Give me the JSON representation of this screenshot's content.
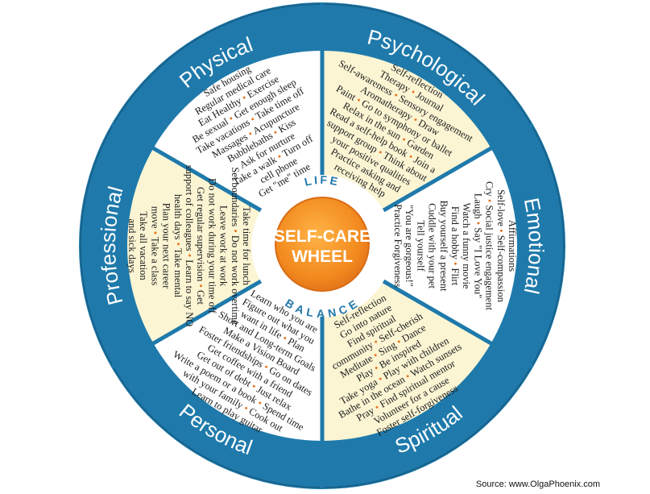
{
  "center": {
    "line1": "SELF-CARE",
    "line2": "WHEEL",
    "top_word": "LIFE",
    "bottom_word": "BALANCE"
  },
  "colors": {
    "ring": "#1f7aab",
    "cream": "#fbf5d4",
    "white": "#ffffff",
    "orange": "#f28a1e",
    "bullet": "#e8731c"
  },
  "segments": [
    {
      "name": "Physical",
      "fill": "white",
      "items": [
        "Safe housing",
        "Regular medical care",
        "Eat Healthy • Exercise",
        "Be sexual • Get enough sleep",
        "Take vacations • Take time off",
        "Massages • Acupuncture",
        "Bubblebaths • Kiss",
        "Ask for nurture",
        "Take a walk • Turn off",
        "cell phone",
        "Get \"me\" time"
      ]
    },
    {
      "name": "Psychological",
      "fill": "cream",
      "items": [
        "Self-reflection",
        "Therapy • Journal",
        "Self-awareness • Sensory engagement",
        "Aromatherapy • Draw",
        "Paint • Go to symphony or ballet",
        "Relax in the sun • Garden",
        "Read a self-help book • Join a",
        "support group • Think about",
        "your positive qualities",
        "Practice asking and",
        "receiving help"
      ]
    },
    {
      "name": "Emotional",
      "fill": "white",
      "items": [
        "Affirmations",
        "Self-love • Self-compassion",
        "Cry • Social justice engagement",
        "Laugh • Say \"I Love You\"",
        "Watch a funny movie",
        "Find a hobby • Flirt",
        "Buy yourself a present",
        "Cuddle with your pet",
        "Tell yourself",
        "\"You are gorgeous!\"",
        "Practice Forgiveness"
      ]
    },
    {
      "name": "Spiritual",
      "fill": "cream",
      "items": [
        "Self-reflection",
        "Go into nature",
        "Find spiritual",
        "community • Self-cherish",
        "Meditate • Sing • Dance",
        "Play • Be inspired",
        "Take yoga • Play with children",
        "Bathe in the ocean • Watch sunsets",
        "Pray • Find spiritual mentor",
        "Volunteer for a cause",
        "Foster self-forgiveness"
      ]
    },
    {
      "name": "Personal",
      "fill": "white",
      "items": [
        "Learn who you are",
        "Figure out what you",
        "want in life • Plan",
        "Short and Long-term Goals",
        "Make a Vision Board",
        "Foster friendships • Go on dates",
        "Get coffee with a friend",
        "Get out of debt • Just relax",
        "Write a poem or a book • Spend time",
        "with your family • Cook out",
        "Learn to play guitar"
      ]
    },
    {
      "name": "Professional",
      "fill": "cream",
      "items": [
        "Take time for lunch",
        "Set boundaries • Do not work overtime",
        "Leave work at work",
        "Do not work during your time off",
        "Get regular supervision • Get",
        "support of colleagues • Learn to say NO",
        "health days • Take mental",
        "Plan your next career",
        "move • Take a class",
        "Take all vacation",
        "and sick days"
      ]
    }
  ],
  "source": "Source: www.OlgaPhoenix.com"
}
